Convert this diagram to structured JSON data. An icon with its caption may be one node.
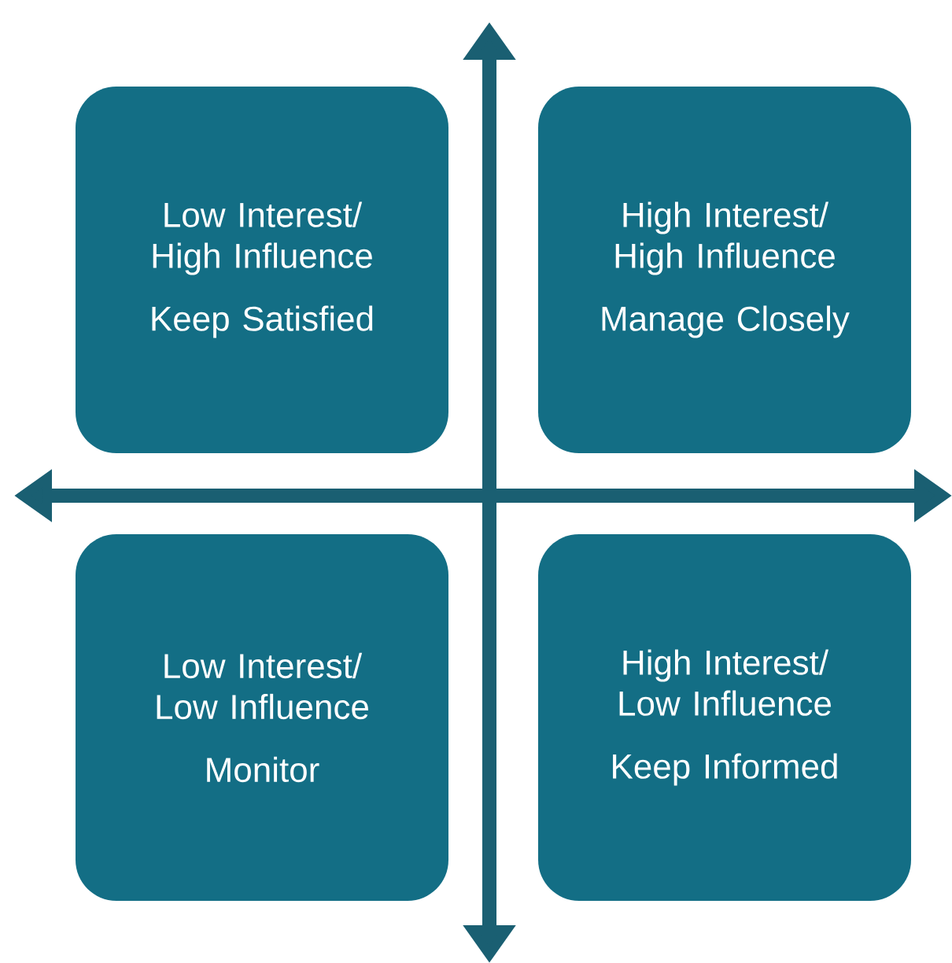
{
  "diagram": {
    "nodes": [
      {
        "text": [
          "Low Interest/ High Influence",
          "Keep Satisfied"
        ]
      },
      {
        "text": [
          "High Interest/ High Influence",
          "Manage Closely"
        ]
      },
      {
        "text": [
          "Low Interest/ Low Influence",
          "Monitor"
        ]
      },
      {
        "text": [
          "High Interest/ Low Influence",
          "Keep Informed"
        ]
      }
    ]
  }
}
